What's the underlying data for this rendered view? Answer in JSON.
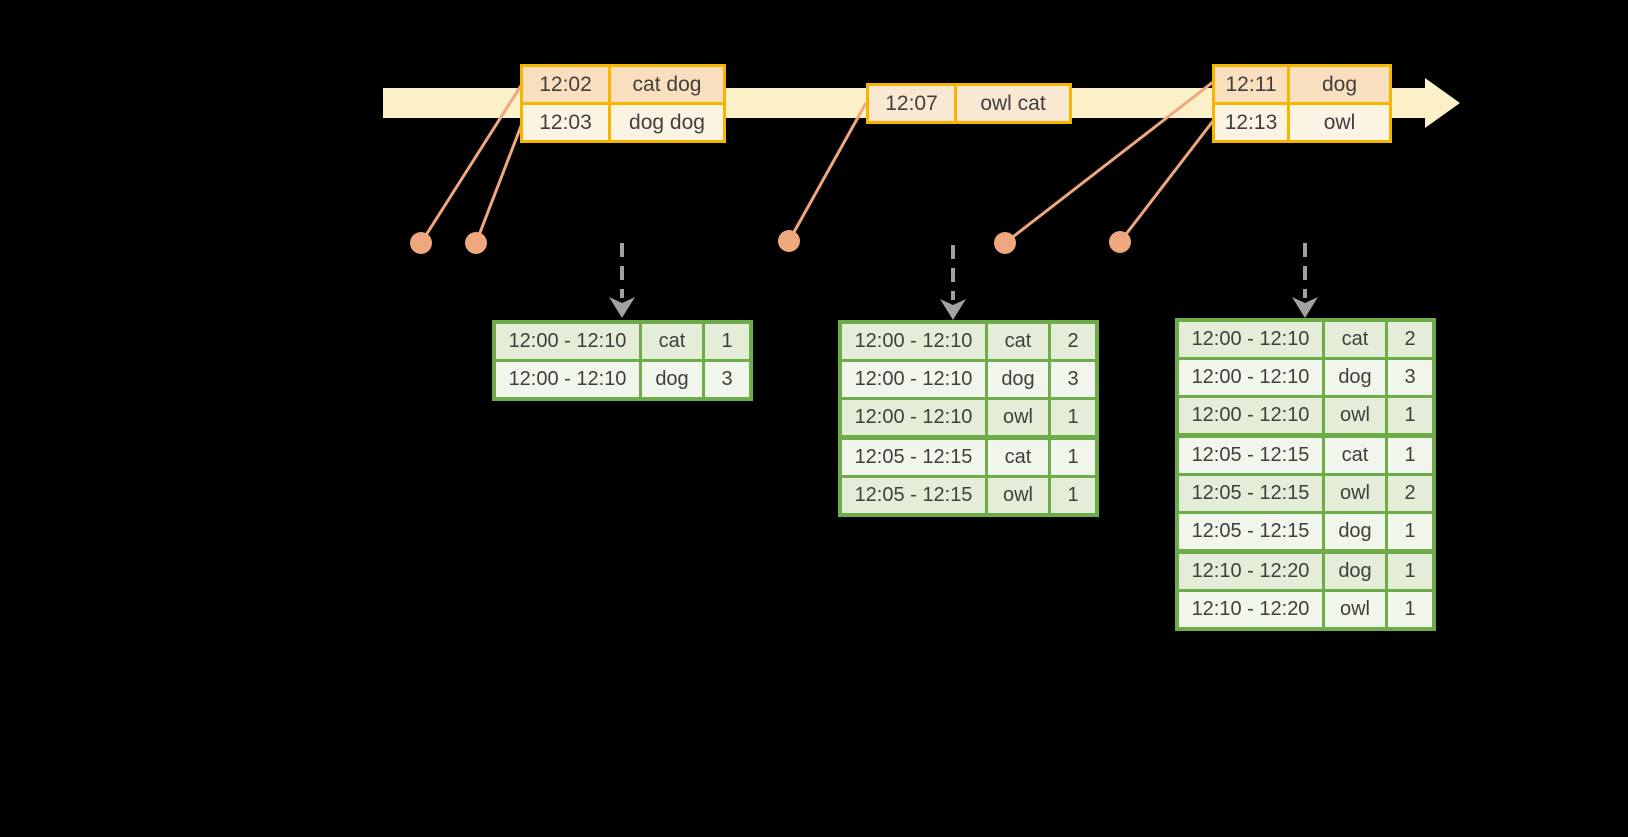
{
  "timeline": {
    "event_tables": [
      {
        "rows": [
          {
            "time": "12:02",
            "words": "cat dog"
          },
          {
            "time": "12:03",
            "words": "dog dog"
          }
        ]
      },
      {
        "rows": [
          {
            "time": "12:07",
            "words": "owl cat"
          }
        ]
      },
      {
        "rows": [
          {
            "time": "12:11",
            "words": "dog"
          },
          {
            "time": "12:13",
            "words": "owl"
          }
        ]
      }
    ]
  },
  "result_tables": [
    {
      "groups": [
        {
          "window": "12:00 - 12:10",
          "entries": [
            {
              "word": "cat",
              "count": "1"
            },
            {
              "word": "dog",
              "count": "3"
            }
          ]
        }
      ]
    },
    {
      "groups": [
        {
          "window": "12:00 - 12:10",
          "entries": [
            {
              "word": "cat",
              "count": "2"
            },
            {
              "word": "dog",
              "count": "3"
            },
            {
              "word": "owl",
              "count": "1"
            }
          ]
        },
        {
          "window": "12:05 - 12:15",
          "entries": [
            {
              "word": "cat",
              "count": "1"
            },
            {
              "word": "owl",
              "count": "1"
            }
          ]
        }
      ]
    },
    {
      "groups": [
        {
          "window": "12:00 - 12:10",
          "entries": [
            {
              "word": "cat",
              "count": "2"
            },
            {
              "word": "dog",
              "count": "3"
            },
            {
              "word": "owl",
              "count": "1"
            }
          ]
        },
        {
          "window": "12:05 - 12:15",
          "entries": [
            {
              "word": "cat",
              "count": "1"
            },
            {
              "word": "owl",
              "count": "2"
            },
            {
              "word": "dog",
              "count": "1"
            }
          ]
        },
        {
          "window": "12:10 - 12:20",
          "entries": [
            {
              "word": "dog",
              "count": "1"
            },
            {
              "word": "owl",
              "count": "1"
            }
          ]
        }
      ]
    }
  ],
  "colors": {
    "background": "#000000",
    "timeline_fill": "#FCF0C8",
    "event_border": "#F7B500",
    "event_row_fill_dark": "#F9DFBD",
    "event_row_fill_light": "#FDF3E3",
    "event_single_row_fill": "#FBE8D2",
    "connector": "#EFA87D",
    "trigger_arrow": "#A2A2A2",
    "result_border": "#6EAC49",
    "result_row_fill_dark": "#E3EDD8",
    "result_row_fill_light": "#F1F6EC",
    "text": "#3F3F3F"
  }
}
